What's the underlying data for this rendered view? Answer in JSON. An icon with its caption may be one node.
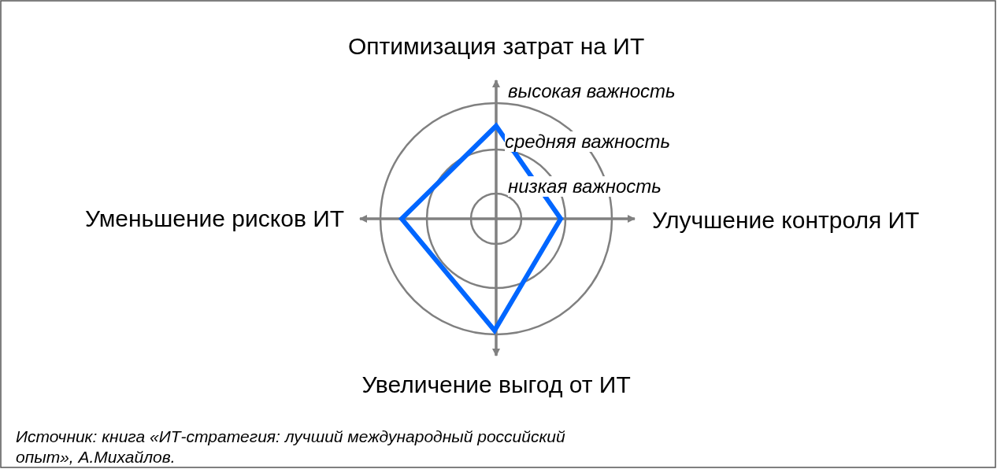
{
  "diagram": {
    "caption": "Источник: книга «ИТ-стратегия: лучший международный российский опыт», А.Михайлов.",
    "labels": [
      "Оптимизация затрат на ИТ",
      "высокая важность",
      "средняя важность",
      "низкая важность",
      "Уменьшение рисков ИТ",
      "Улучшение контроля ИТ",
      "Увеличение выгод от ИТ"
    ]
  }
}
